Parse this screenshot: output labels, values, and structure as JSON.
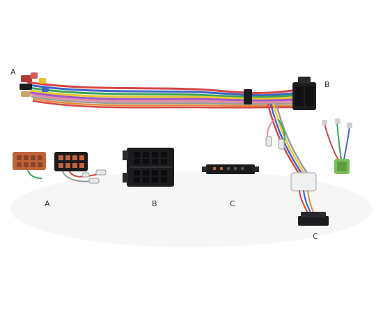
{
  "labels": {
    "harness_end_a": "A",
    "harness_end_b": "B",
    "connector_a": "A",
    "connector_b": "B",
    "connector_c": "C",
    "harness_end_c": "C"
  },
  "colors": {
    "background": "#ffffff",
    "connector_black": "#1c1c1e",
    "iso_orange": "#c0643c",
    "mini_iso_green": "#7bbf5a",
    "wire_red": "#d64545",
    "wire_blue": "#3f63c7",
    "wire_green": "#3aa35a",
    "wire_yellow": "#e6c630",
    "wire_purple": "#9b5ac4",
    "wire_orange": "#e58a3a",
    "wire_grey": "#9a9a9a",
    "wire_pink": "#e48aa8"
  }
}
